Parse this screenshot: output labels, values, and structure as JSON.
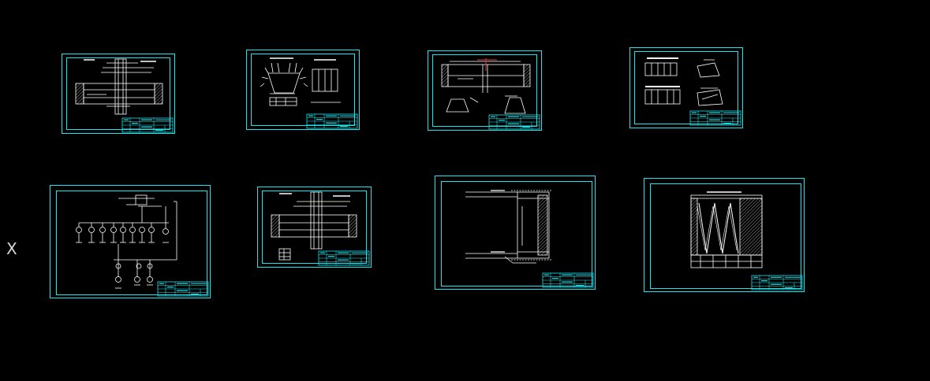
{
  "viewport": {
    "background": "#000000"
  },
  "colors": {
    "frame": "#19e6ef",
    "linework": "#ffffff",
    "red_mark": "#e23b3b",
    "hatch": "#9a9a9a"
  },
  "ucs": {
    "axis_label": "X"
  },
  "sheets": [
    {
      "id": 1,
      "kind": "channel-section-plan"
    },
    {
      "id": 2,
      "kind": "funnel-detail"
    },
    {
      "id": 3,
      "kind": "channel-plan-with-details"
    },
    {
      "id": 4,
      "kind": "tank-elevations"
    },
    {
      "id": 5,
      "kind": "piping-schematic"
    },
    {
      "id": 6,
      "kind": "channel-section-plan-2"
    },
    {
      "id": 7,
      "kind": "site-plan"
    },
    {
      "id": 8,
      "kind": "zigzag-elevation"
    }
  ]
}
